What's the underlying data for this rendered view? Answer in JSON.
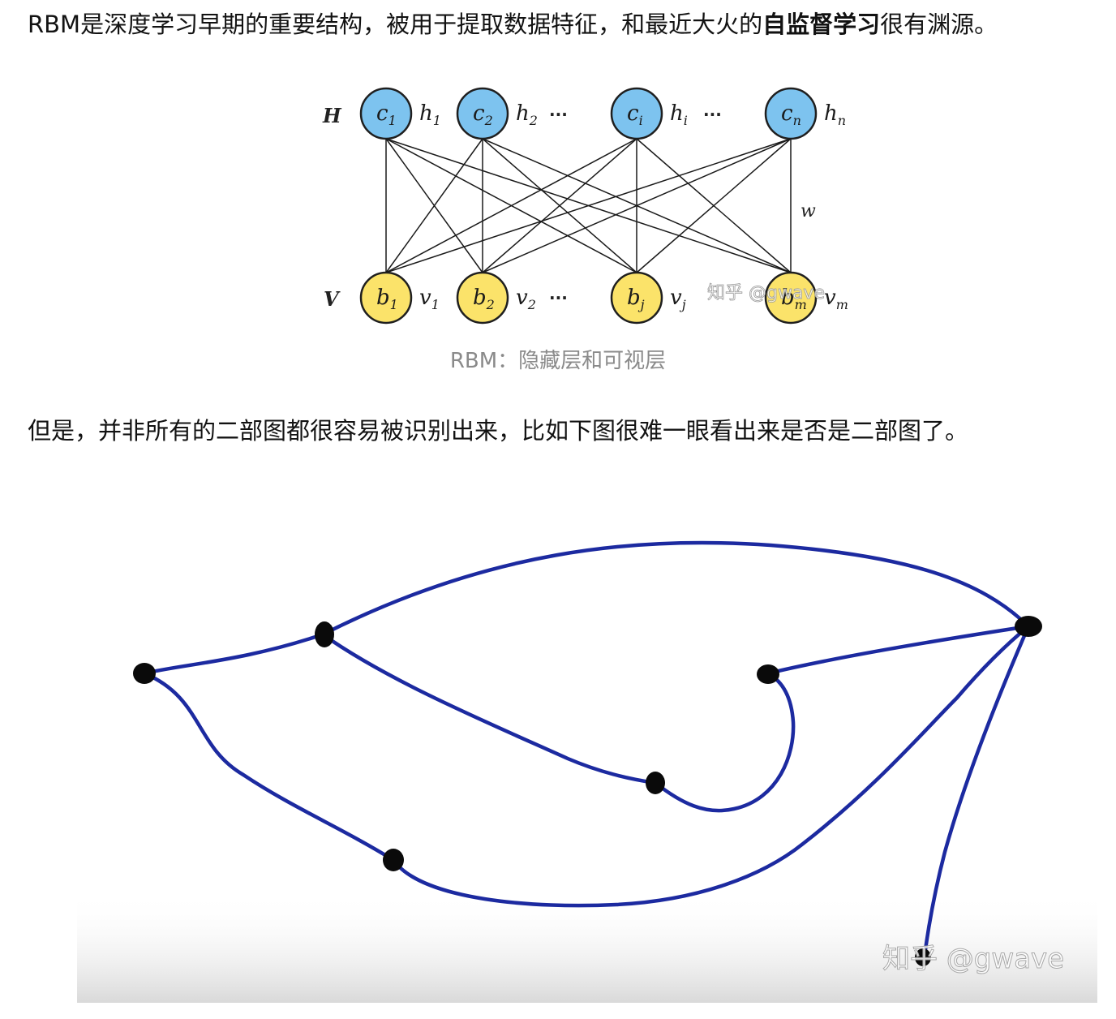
{
  "paragraphs": {
    "p1": {
      "before": "RBM是深度学习早期的重要结构，被用于提取数据特征，和最近大火的",
      "bold": "自监督学习",
      "after": "很有渊源。"
    },
    "p2": "但是，并非所有的二部图都很容易被识别出来，比如下图很难一眼看出来是否是二部图了。"
  },
  "rbm_figure": {
    "layer_h_label": "H",
    "layer_v_label": "V",
    "weight_label": "w",
    "dots": "···",
    "hidden_nodes": [
      {
        "node": "c",
        "sub": "1",
        "unit": "h",
        "unit_sub": "1"
      },
      {
        "node": "c",
        "sub": "2",
        "unit": "h",
        "unit_sub": "2"
      },
      {
        "node": "c",
        "sub": "i",
        "unit": "h",
        "unit_sub": "i"
      },
      {
        "node": "c",
        "sub": "n",
        "unit": "h",
        "unit_sub": "n"
      }
    ],
    "visible_nodes": [
      {
        "node": "b",
        "sub": "1",
        "unit": "v",
        "unit_sub": "1"
      },
      {
        "node": "b",
        "sub": "2",
        "unit": "v",
        "unit_sub": "2"
      },
      {
        "node": "b",
        "sub": "j",
        "unit": "v",
        "unit_sub": "j"
      },
      {
        "node": "b",
        "sub": "m",
        "unit": "v",
        "unit_sub": "m"
      }
    ],
    "watermark": "知乎 @gwave",
    "hidden_color": "#7dc3ef",
    "visible_color": "#fbe36a",
    "caption": "RBM：隐藏层和可视层"
  },
  "graph_figure": {
    "edge_color": "#1c2aa0",
    "watermark": "知乎 @gwave"
  }
}
